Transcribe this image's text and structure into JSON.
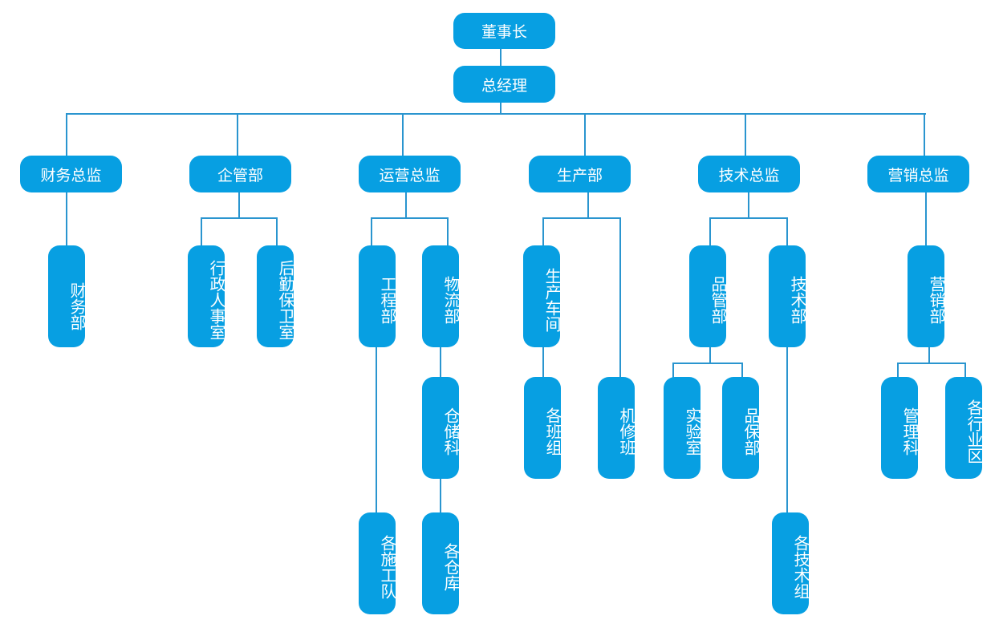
{
  "org": {
    "chairman": "董事长",
    "gm": "总经理",
    "finance_dir": "财务总监",
    "admin_dept": "企管部",
    "ops_dir": "运营总监",
    "production_dept": "生产部",
    "tech_dir": "技术总监",
    "marketing_dir": "营销总监",
    "finance_dept": "财务部",
    "hr_office": "行政人事室",
    "security_office": "后勤保卫室",
    "engineering_dept": "工程部",
    "logistics_dept": "物流部",
    "warehouse_section": "仓储科",
    "construction_teams": "各施工队",
    "warehouses": "各仓库",
    "workshop": "生产车间",
    "shift_groups": "各班组",
    "repair_team": "机修班",
    "qc_dept": "品管部",
    "lab": "实验室",
    "qa_dept": "品保部",
    "tech_dept": "技术部",
    "tech_groups": "各技术组",
    "marketing_dept": "营销部",
    "management_section": "管理科",
    "regions": "各行业区"
  }
}
